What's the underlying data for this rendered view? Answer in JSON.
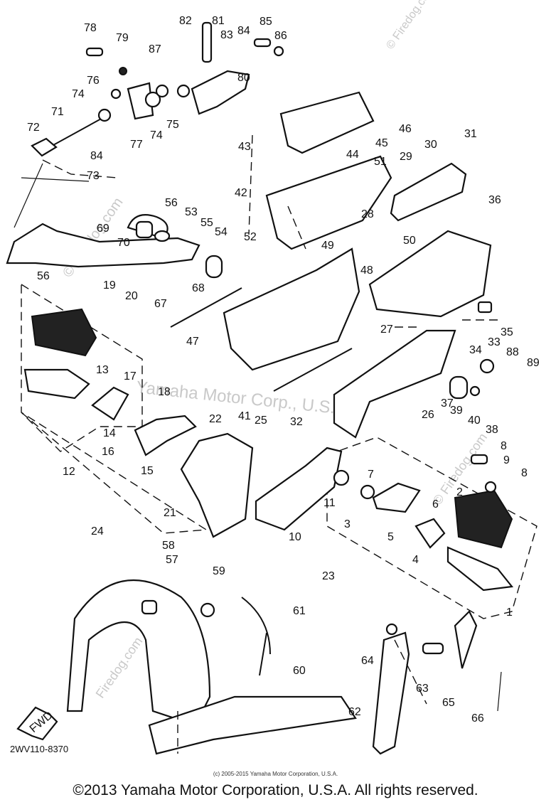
{
  "watermarks": {
    "center": "Yamaha Motor Corp., U.S.A.",
    "site": "Firedog.com",
    "corner": "© Firedog.com"
  },
  "diagram_code": "2WV110-8370",
  "fwd_label": "FWD",
  "small_copyright": "(c) 2005-2015 Yamaha Motor Corporation, U.S.A.",
  "footer": "©2013 Yamaha Motor Corporation, U.S.A. All rights reserved.",
  "callouts": [
    "1",
    "2",
    "3",
    "4",
    "5",
    "6",
    "7",
    "8",
    "8",
    "9",
    "10",
    "11",
    "12",
    "13",
    "14",
    "15",
    "16",
    "17",
    "18",
    "19",
    "20",
    "21",
    "22",
    "23",
    "24",
    "25",
    "26",
    "27",
    "28",
    "29",
    "30",
    "31",
    "32",
    "33",
    "34",
    "35",
    "36",
    "37",
    "38",
    "39",
    "40",
    "41",
    "42",
    "43",
    "44",
    "45",
    "46",
    "47",
    "48",
    "49",
    "50",
    "51",
    "52",
    "53",
    "54",
    "55",
    "56",
    "56",
    "57",
    "58",
    "59",
    "60",
    "61",
    "62",
    "63",
    "64",
    "65",
    "66",
    "67",
    "68",
    "69",
    "70",
    "71",
    "72",
    "73",
    "74",
    "74",
    "75",
    "76",
    "77",
    "78",
    "79",
    "80",
    "81",
    "82",
    "83",
    "84",
    "84",
    "85",
    "86",
    "87",
    "88",
    "89"
  ]
}
